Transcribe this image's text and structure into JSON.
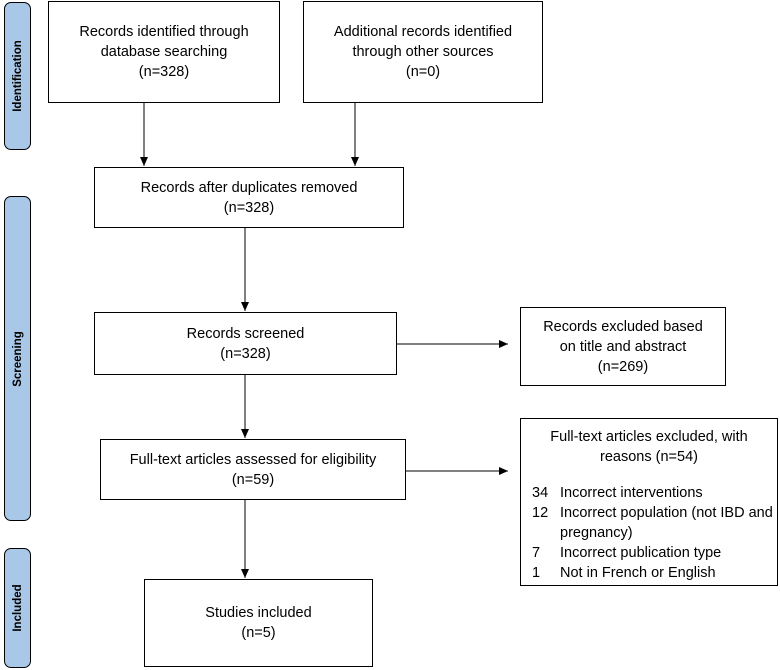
{
  "phases": {
    "identification": "Identification",
    "screening": "Screening",
    "included": "Included"
  },
  "boxes": {
    "database": {
      "line1": "Records identified through",
      "line2": "database searching",
      "count": "(n=328)"
    },
    "other": {
      "line1": "Additional records identified",
      "line2": "through other sources",
      "count": "(n=0)"
    },
    "duplicates": {
      "line1": "Records after duplicates removed",
      "count": "(n=328)"
    },
    "screened": {
      "line1": "Records screened",
      "count": "(n=328)"
    },
    "excluded_title": {
      "line1": "Records excluded based",
      "line2": "on title and abstract",
      "count": "(n=269)"
    },
    "fulltext": {
      "line1": "Full-text articles assessed for eligibility",
      "count": "(n=59)"
    },
    "excluded_fulltext": {
      "line1": "Full-text articles excluded, with",
      "line2": "reasons (n=54)"
    },
    "included": {
      "line1": "Studies included",
      "count": "(n=5)"
    }
  },
  "exclusion_reasons": [
    {
      "n": "34",
      "text": "Incorrect interventions"
    },
    {
      "n": "12",
      "text": "Incorrect population (not IBD and pregnancy)"
    },
    {
      "n": "7",
      "text": "Incorrect publication type"
    },
    {
      "n": "1",
      "text": "Not in French or English"
    }
  ]
}
